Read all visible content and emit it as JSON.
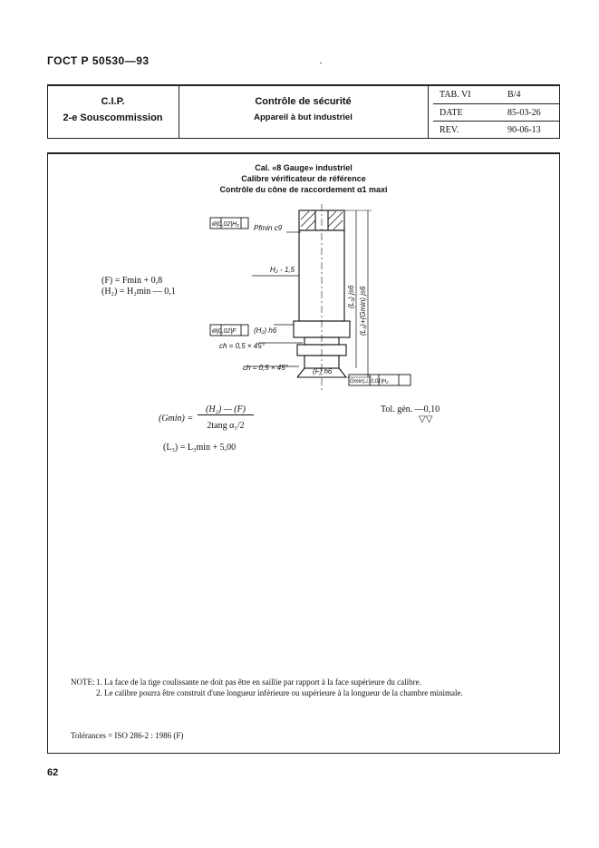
{
  "header": {
    "standard": "ГОСТ Р  50530—93",
    "mark": "·"
  },
  "title_block": {
    "org_line1": "C.I.P.",
    "org_line2": "2-e Souscommission",
    "title_main": "Contrôle de sécurité",
    "title_sub": "Appareil à but industriel",
    "tab_label": "TAB. VI",
    "tab_value": "B/4",
    "date_label": "DATE",
    "date_value": "85-03-26",
    "rev_label": "REV.",
    "rev_value": "90-06-13"
  },
  "drawing": {
    "title1": "Cal. «8 Gauge» industriel",
    "title2": "Calibre vérificateur de référence",
    "title3": "Contrôle du cône de raccordement α1 maxi",
    "fc_top": "⊚|0,02|H₂",
    "fc_mid": "⊚|0,02|F",
    "fc_bot": "Gmin|⊥|0,01|H₂",
    "dim_pfmin": "Pfmin c9",
    "dim_h2": "H₂ - 1,5",
    "dim_h2h6": "(H₂) h6",
    "dim_ch1": "ch = 0,5 × 45°",
    "dim_ch2": "ch = 0,5 × 45°",
    "dim_fh6": "(F) h6",
    "dim_l3js6": "(L₃) js6",
    "dim_l3g": "(L₃)+(Gmin) js6",
    "eq_f": "(F) = Fmin + 0,8",
    "eq_h2": "(H₂) = H₂min — 0,1",
    "g_lhs": "(Gmin) =",
    "g_num": "(H₂) — (F)",
    "g_den": "2tang α₁/2",
    "eq_l3": "(L₃) = L₃min + 5,00",
    "tol": "Tol. gén. —0,10",
    "tol_sym": "▽▽"
  },
  "notes": {
    "label": "NOTE:",
    "n1": "1. La face de la tige coulissante ne doit pas être en saillie par rapport à la face supérieure du calibre.",
    "n2": "2. Le calibre pourra être construit d'une longueur inférieure ou supérieure à la longueur de la chambre minimale."
  },
  "tolerances": "Tolérances = ISO 286-2 : 1986 (F)",
  "page_number": "62"
}
